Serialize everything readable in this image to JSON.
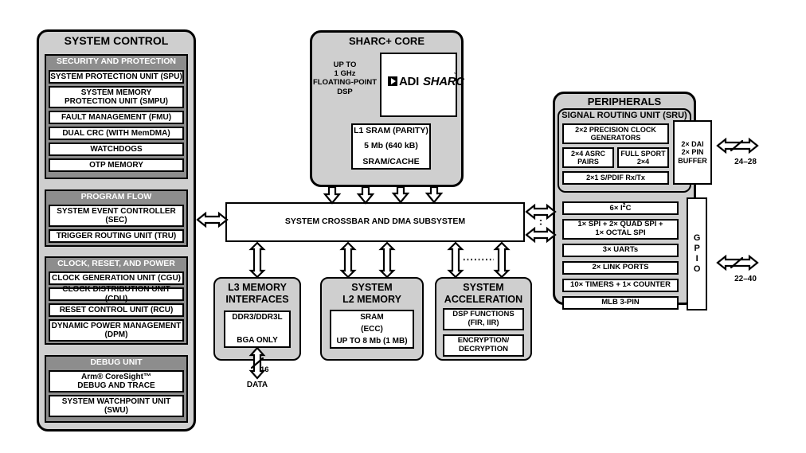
{
  "diagram": {
    "system_control": {
      "title": "SYSTEM CONTROL",
      "groups": [
        {
          "header": "SECURITY AND PROTECTION",
          "items": [
            "SYSTEM PROTECTION UNIT (SPU)",
            "SYSTEM MEMORY\nPROTECTION UNIT (SMPU)",
            "FAULT MANAGEMENT (FMU)",
            "DUAL CRC (WITH MemDMA)",
            "WATCHDOGS",
            "OTP MEMORY"
          ]
        },
        {
          "header": "PROGRAM FLOW",
          "items": [
            "SYSTEM EVENT CONTROLLER\n(SEC)",
            "TRIGGER ROUTING UNIT (TRU)"
          ]
        },
        {
          "header": "CLOCK, RESET, AND POWER",
          "items": [
            "CLOCK GENERATION UNIT (CGU)",
            "CLOCK DISTRIBUTION UNIT (CDU)",
            "RESET CONTROL UNIT (RCU)",
            "DYNAMIC POWER MANAGEMENT\n(DPM)"
          ]
        },
        {
          "header": "DEBUG UNIT",
          "items": [
            "Arm® CoreSight™\nDEBUG AND TRACE",
            "SYSTEM WATCHPOINT UNIT\n(SWU)"
          ]
        }
      ]
    },
    "sharc_core": {
      "title": "SHARC+ CORE",
      "spec": "UP TO\n1 GHz\nFLOATING-POINT\nDSP",
      "logo": {
        "adi": "ADI",
        "sharc": "SHARC",
        "tm": "ˇ"
      },
      "l1": "L1 SRAM (PARITY)\n5 Mb (640 kB)\nSRAM/CACHE"
    },
    "crossbar": {
      "label": "SYSTEM CROSSBAR AND DMA SUBSYSTEM"
    },
    "l3_memory": {
      "title": "L3 MEMORY\nINTERFACES",
      "box": "DDR3/DDR3L\n\nBGA ONLY",
      "bus_width": "16",
      "bus_label": "DATA"
    },
    "l2_memory": {
      "title": "SYSTEM\nL2 MEMORY",
      "box": "SRAM\n(ECC)\nUP TO 8 Mb (1 MB)"
    },
    "acceleration": {
      "title": "SYSTEM\nACCELERATION",
      "items": [
        "DSP FUNCTIONS\n(FIR, IIR)",
        "ENCRYPTION/\nDECRYPTION"
      ]
    },
    "peripherals": {
      "title": "PERIPHERALS",
      "sru": {
        "title": "SIGNAL ROUTING UNIT (SRU)",
        "clock_gen": "2×2 PRECISION CLOCK\nGENERATORS",
        "asrc": "2×4 ASRC\nPAIRS",
        "sport": "FULL SPORT\n2×4",
        "spdif": "2×1 S/PDIF Rx/Tx",
        "dai": "2× DAI\n2× PIN\nBUFFER"
      },
      "items": [
        "6× I²C",
        "1× SPI + 2× QUAD SPI +\n1× OCTAL SPI",
        "3× UARTs",
        "2× LINK PORTS",
        "10× TIMERS + 1× COUNTER",
        "MLB 3-PIN"
      ],
      "gpio": "GPIO",
      "dai_pins": "24–28",
      "gpio_pins": "22–40"
    }
  }
}
